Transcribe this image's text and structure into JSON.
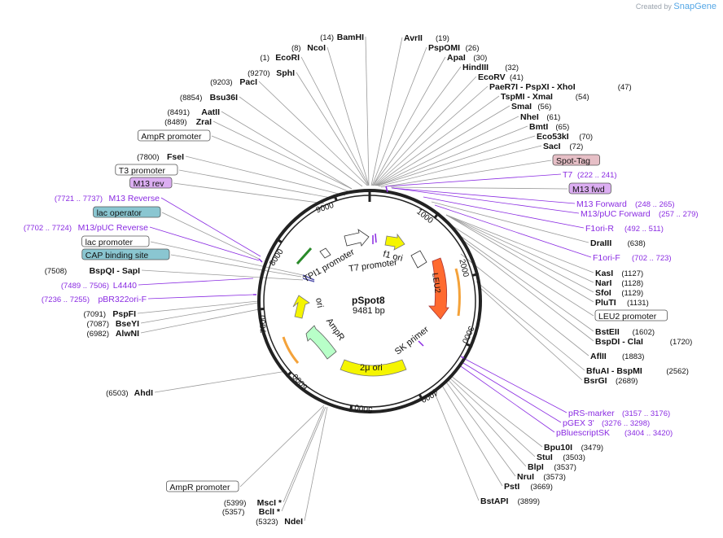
{
  "credit": {
    "prefix": "Created by",
    "brand": "SnapGene"
  },
  "plasmid": {
    "name": "pSpot8",
    "length_label": "9481 bp",
    "length": 9481
  },
  "colors": {
    "feature_purple": "#8a2be2",
    "promoter_fill": "#ffffff",
    "ori_yellow": "#f5f500",
    "leu2_orange": "#ff6a30",
    "ampr_green": "#b8ffc8",
    "rep_orange": "#f4a23a",
    "tag_pink": "#e6bfc6",
    "m13_violet": "#dcaef2",
    "lac_blue": "#8ac6d1"
  },
  "ticks": [
    "1000",
    "2000",
    "3000",
    "4000",
    "5000",
    "6000",
    "7000",
    "8000",
    "9000"
  ],
  "labels": [
    {
      "text": "BamHI",
      "pos": "(14)",
      "style": "enzyme"
    },
    {
      "text": "NcoI",
      "pos": "(8)",
      "style": "enzyme"
    },
    {
      "text": "EcoRI",
      "pos": "(1)",
      "style": "enzyme"
    },
    {
      "text": "SphI",
      "pos": "(9270)",
      "style": "enzyme"
    },
    {
      "text": "PacI",
      "pos": "(9203)",
      "style": "enzyme"
    },
    {
      "text": "Bsu36I",
      "pos": "(8854)",
      "style": "enzyme"
    },
    {
      "text": "AatII",
      "pos": "(8491)",
      "style": "enzyme"
    },
    {
      "text": "ZraI",
      "pos": "(8489)",
      "style": "enzyme"
    },
    {
      "text": "AmpR promoter",
      "pos": "",
      "style": "box"
    },
    {
      "text": "FseI",
      "pos": "(7800)",
      "style": "enzyme"
    },
    {
      "text": "T3 promoter",
      "pos": "",
      "style": "box"
    },
    {
      "text": "M13 rev",
      "pos": "",
      "style": "violetbox"
    },
    {
      "text": "M13 Reverse",
      "pos": "(7721 .. 7737)",
      "style": "primer"
    },
    {
      "text": "lac operator",
      "pos": "",
      "style": "bluebox"
    },
    {
      "text": "M13/pUC Reverse",
      "pos": "(7702 .. 7724)",
      "style": "primer"
    },
    {
      "text": "lac promoter",
      "pos": "",
      "style": "box"
    },
    {
      "text": "CAP binding site",
      "pos": "",
      "style": "bluebox"
    },
    {
      "text": "BspQI  - SapI",
      "pos": "(7508)",
      "style": "enzyme"
    },
    {
      "text": "L4440",
      "pos": "(7489 .. 7506)",
      "style": "primer"
    },
    {
      "text": "pBR322ori-F",
      "pos": "(7236 .. 7255)",
      "style": "primer"
    },
    {
      "text": "PspFI",
      "pos": "(7091)",
      "style": "enzyme"
    },
    {
      "text": "BseYI",
      "pos": "(7087)",
      "style": "enzyme"
    },
    {
      "text": "AlwNI",
      "pos": "(6982)",
      "style": "enzyme"
    },
    {
      "text": "AhdI",
      "pos": "(6503)",
      "style": "enzyme"
    },
    {
      "text": "AmpR promoter",
      "pos": "",
      "style": "box"
    },
    {
      "text": "MscI *",
      "pos": "(5399)",
      "style": "enzyme"
    },
    {
      "text": "BclI *",
      "pos": "(5357)",
      "style": "enzyme"
    },
    {
      "text": "NdeI",
      "pos": "(5323)",
      "style": "enzyme"
    },
    {
      "text": "AvrII",
      "pos": "(19)",
      "style": "enzymeR"
    },
    {
      "text": "PspOMI",
      "pos": "(26)",
      "style": "enzymeR"
    },
    {
      "text": "ApaI",
      "pos": "(30)",
      "style": "enzymeR"
    },
    {
      "text": "HindIII",
      "pos": "(32)",
      "style": "enzymeR"
    },
    {
      "text": "EcoRV",
      "pos": "(41)",
      "style": "enzymeR"
    },
    {
      "text": "PaeR7I  - PspXI  - XhoI",
      "pos": "(47)",
      "style": "enzymeR"
    },
    {
      "text": "TspMI  - XmaI",
      "pos": "(54)",
      "style": "enzymeR"
    },
    {
      "text": "SmaI",
      "pos": "(56)",
      "style": "enzymeR"
    },
    {
      "text": "NheI",
      "pos": "(61)",
      "style": "enzymeR"
    },
    {
      "text": "BmtI",
      "pos": "(65)",
      "style": "enzymeR"
    },
    {
      "text": "Eco53kI",
      "pos": "(70)",
      "style": "enzymeR"
    },
    {
      "text": "SacI",
      "pos": "(72)",
      "style": "enzymeR"
    },
    {
      "text": "Spot-Tag",
      "pos": "",
      "style": "pinkbox"
    },
    {
      "text": "T7",
      "pos": "(222 .. 241)",
      "style": "primerR"
    },
    {
      "text": "M13 fwd",
      "pos": "",
      "style": "violetbox"
    },
    {
      "text": "M13 Forward",
      "pos": "(248 .. 265)",
      "style": "primerR"
    },
    {
      "text": "M13/pUC Forward",
      "pos": "(257 .. 279)",
      "style": "primerR"
    },
    {
      "text": "F1ori-R",
      "pos": "(492 .. 511)",
      "style": "primerR"
    },
    {
      "text": "DraIII",
      "pos": "(638)",
      "style": "enzymeR"
    },
    {
      "text": "F1ori-F",
      "pos": "(702 .. 723)",
      "style": "primerR"
    },
    {
      "text": "KasI",
      "pos": "(1127)",
      "style": "enzymeR"
    },
    {
      "text": "NarI",
      "pos": "(1128)",
      "style": "enzymeR"
    },
    {
      "text": "SfoI",
      "pos": "(1129)",
      "style": "enzymeR"
    },
    {
      "text": "PluTI",
      "pos": "(1131)",
      "style": "enzymeR"
    },
    {
      "text": "LEU2 promoter",
      "pos": "",
      "style": "box"
    },
    {
      "text": "BstEII",
      "pos": "(1602)",
      "style": "enzymeR"
    },
    {
      "text": "BspDI  - ClaI",
      "pos": "(1720)",
      "style": "enzymeR"
    },
    {
      "text": "AflII",
      "pos": "(1883)",
      "style": "enzymeR"
    },
    {
      "text": "BfuAI  - BspMI",
      "pos": "(2562)",
      "style": "enzymeR"
    },
    {
      "text": "BsrGI",
      "pos": "(2689)",
      "style": "enzymeR"
    },
    {
      "text": "pRS-marker",
      "pos": "(3157 .. 3176)",
      "style": "primerR"
    },
    {
      "text": "pGEX 3'",
      "pos": "(3276 .. 3298)",
      "style": "primerR"
    },
    {
      "text": "pBluescriptSK",
      "pos": "(3404 .. 3420)",
      "style": "primerR"
    },
    {
      "text": "Bpu10I",
      "pos": "(3479)",
      "style": "enzymeR"
    },
    {
      "text": "StuI",
      "pos": "(3503)",
      "style": "enzymeR"
    },
    {
      "text": "BlpI",
      "pos": "(3537)",
      "style": "enzymeR"
    },
    {
      "text": "NruI",
      "pos": "(3573)",
      "style": "enzymeR"
    },
    {
      "text": "PstI",
      "pos": "(3669)",
      "style": "enzymeR"
    },
    {
      "text": "BstAPI",
      "pos": "(3899)",
      "style": "enzymeR"
    }
  ],
  "inner_labels": [
    "TPI1 promoter",
    "T7 promoter",
    "f1 ori",
    "LEU2",
    "ori",
    "AmpR",
    "SK primer",
    "2μ ori"
  ]
}
